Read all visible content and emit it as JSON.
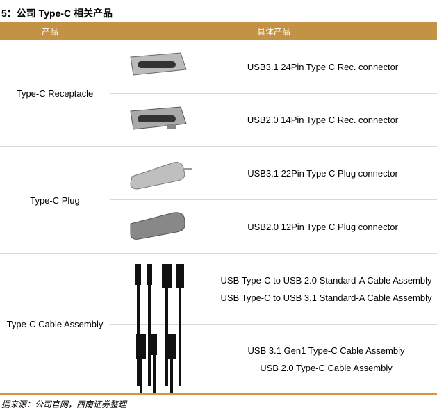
{
  "title": "5：公司 Type-C 相关产品",
  "header": {
    "col1": "产品",
    "col2": "具体产品"
  },
  "groups": [
    {
      "name": "Type-C Receptacle",
      "items": [
        [
          "USB3.1 24Pin Type C Rec. connector"
        ],
        [
          "USB2.0 14Pin Type C Rec. connector"
        ]
      ]
    },
    {
      "name": "Type-C Plug",
      "items": [
        [
          "USB3.1 22Pin Type C Plug connector"
        ],
        [
          "USB2.0 12Pin Type C Plug connector"
        ]
      ]
    },
    {
      "name": "Type-C Cable Assembly",
      "items": [
        [
          "USB Type-C to USB 2.0 Standard-A Cable Assembly",
          "USB Type-C to USB 3.1 Standard-A Cable Assembly"
        ],
        [
          "USB 3.1 Gen1 Type-C Cable Assembly",
          "USB 2.0 Type-C Cable Assembly"
        ]
      ]
    }
  ],
  "source": "据来源：公司官网，西南证券整理",
  "colors": {
    "header": "#C49244",
    "bottom_rule": "#D9953E"
  }
}
